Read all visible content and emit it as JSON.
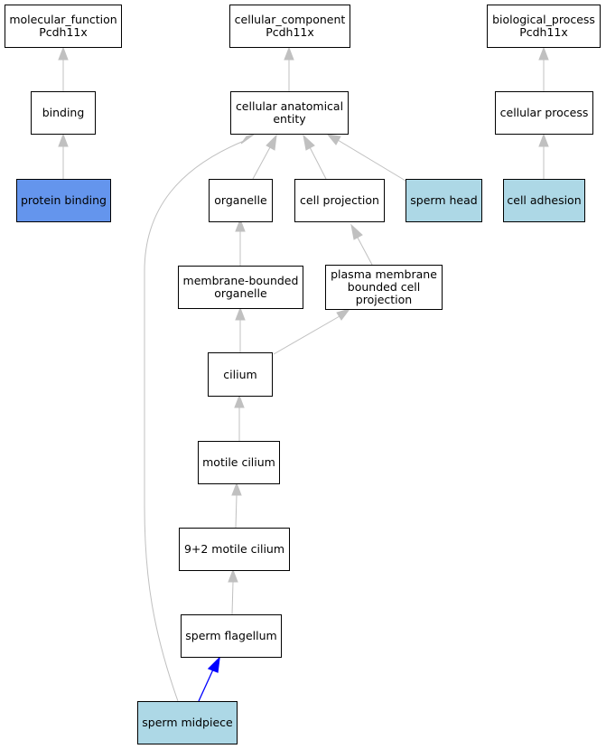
{
  "nodes": {
    "mf": "molecular_function\nPcdh11x",
    "cc": "cellular_component\nPcdh11x",
    "bp": "biological_process\nPcdh11x",
    "binding": "binding",
    "protein_binding": "protein binding",
    "cae": "cellular anatomical\nentity",
    "cellular_process": "cellular process",
    "organelle": "organelle",
    "cell_projection": "cell projection",
    "sperm_head": "sperm head",
    "cell_adhesion": "cell adhesion",
    "mbo": "membrane-bounded\norganelle",
    "pmbcp": "plasma membrane\nbounded cell\nprojection",
    "cilium": "cilium",
    "motile_cilium": "motile cilium",
    "nine_two": "9+2 motile cilium",
    "sperm_flagellum": "sperm flagellum",
    "sperm_midpiece": "sperm midpiece"
  },
  "colors": {
    "edge": "#c0c0c0",
    "highlight_edge": "#0000ff",
    "protein_binding_fill": "#6495ed",
    "annotated_fill": "#add8e6"
  }
}
